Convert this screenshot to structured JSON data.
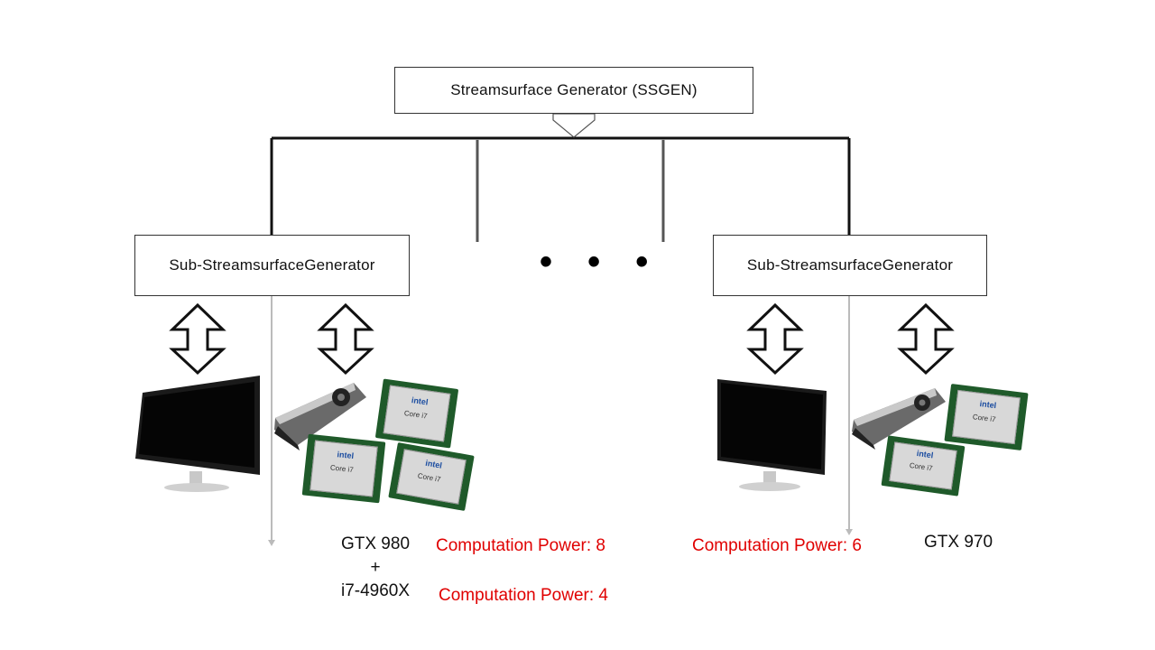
{
  "root": {
    "label": "Streamsurface Generator (SSGEN)"
  },
  "sub_generators": [
    {
      "label": "Sub-StreamsurfaceGenerator"
    },
    {
      "label": "Sub-StreamsurfaceGenerator"
    }
  ],
  "ellipsis": "• • •",
  "left_hw": {
    "gpu": "GTX 980",
    "plus": "+",
    "cpu": "i7-4960X",
    "power_gpu": "Computation Power: 8",
    "power_cpu": "Computation Power: 4"
  },
  "right_hw": {
    "gpu": "GTX 970",
    "power_gpu": "Computation Power: 6"
  },
  "chip_brand": "intel",
  "chip_model": "Core i7",
  "colors": {
    "power_text": "#e00000",
    "line": "#111111"
  }
}
